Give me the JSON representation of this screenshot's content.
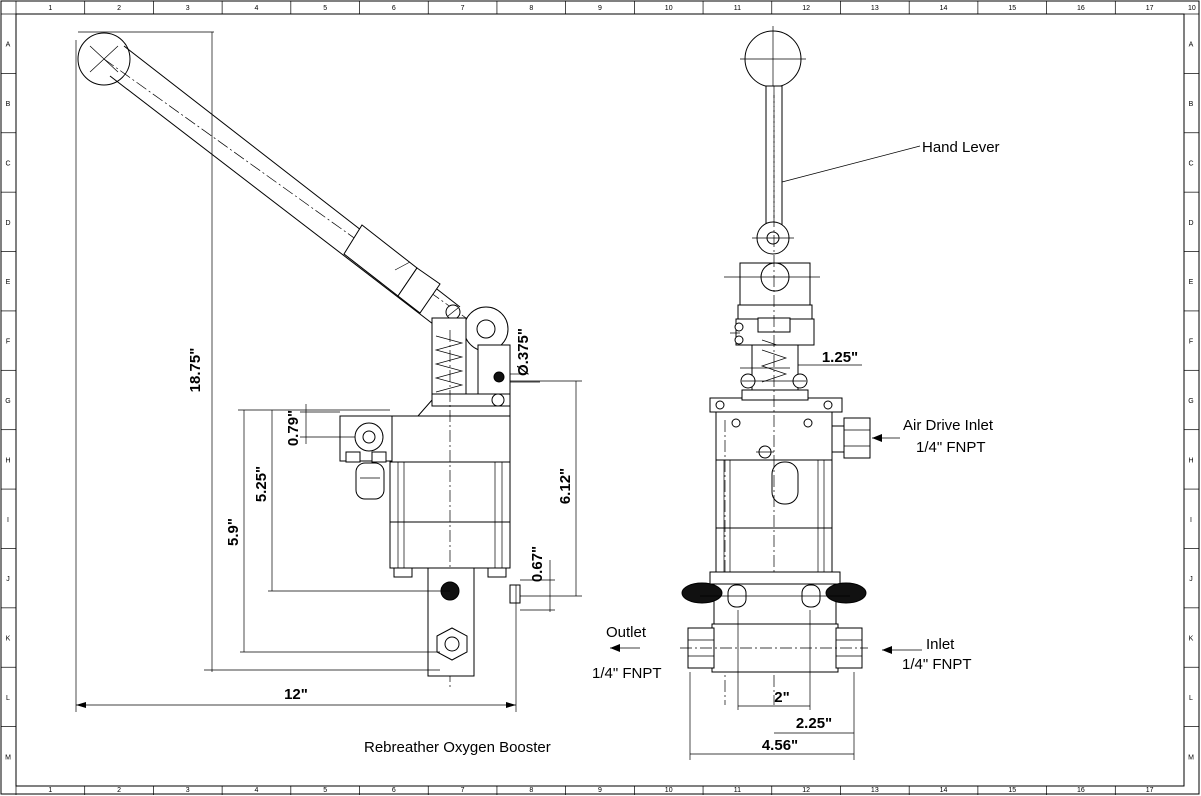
{
  "sheet": {
    "sheet_no": "10",
    "col_ticks": [
      "1",
      "2",
      "3",
      "4",
      "5",
      "6",
      "7",
      "8",
      "9",
      "10",
      "11",
      "12",
      "13",
      "14",
      "15",
      "16",
      "17"
    ],
    "row_ticks": [
      "A",
      "B",
      "C",
      "D",
      "E",
      "F",
      "G",
      "H",
      "I",
      "J",
      "K",
      "L",
      "M"
    ]
  },
  "title": "Rebreather Oxygen Booster",
  "callouts": {
    "hand_lever": "Hand Lever",
    "air_inlet_1": "Air Drive Inlet",
    "air_inlet_2": "1/4\" FNPT",
    "outlet_1": "Outlet",
    "outlet_2": "1/4\" FNPT",
    "inlet_1": "Inlet",
    "inlet_2": "1/4\" FNPT"
  },
  "dimensions": {
    "overall_height": "18.75\"",
    "overall_width": "12\"",
    "pin_dia": "Ø.375\"",
    "air_port_height": "0.79\"",
    "lower_port": "5.25\"",
    "bottom_port": "5.9\"",
    "body_height": "6.12\"",
    "base_offset": "0.67\"",
    "top_width": "1.25\"",
    "port_spacing": "2\"",
    "half_width": "2.25\"",
    "total_width": "4.56\""
  }
}
